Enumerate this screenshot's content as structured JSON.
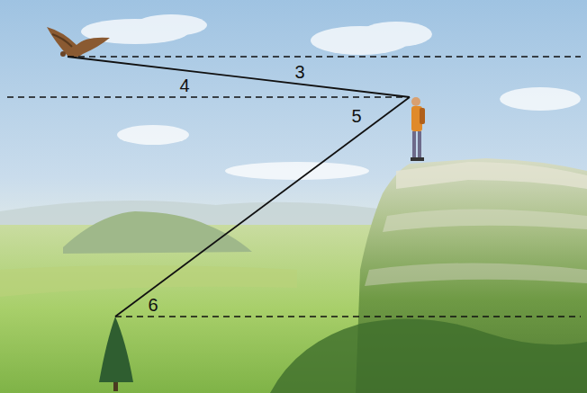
{
  "diagram": {
    "labels": [
      "3",
      "4",
      "5",
      "6"
    ]
  }
}
